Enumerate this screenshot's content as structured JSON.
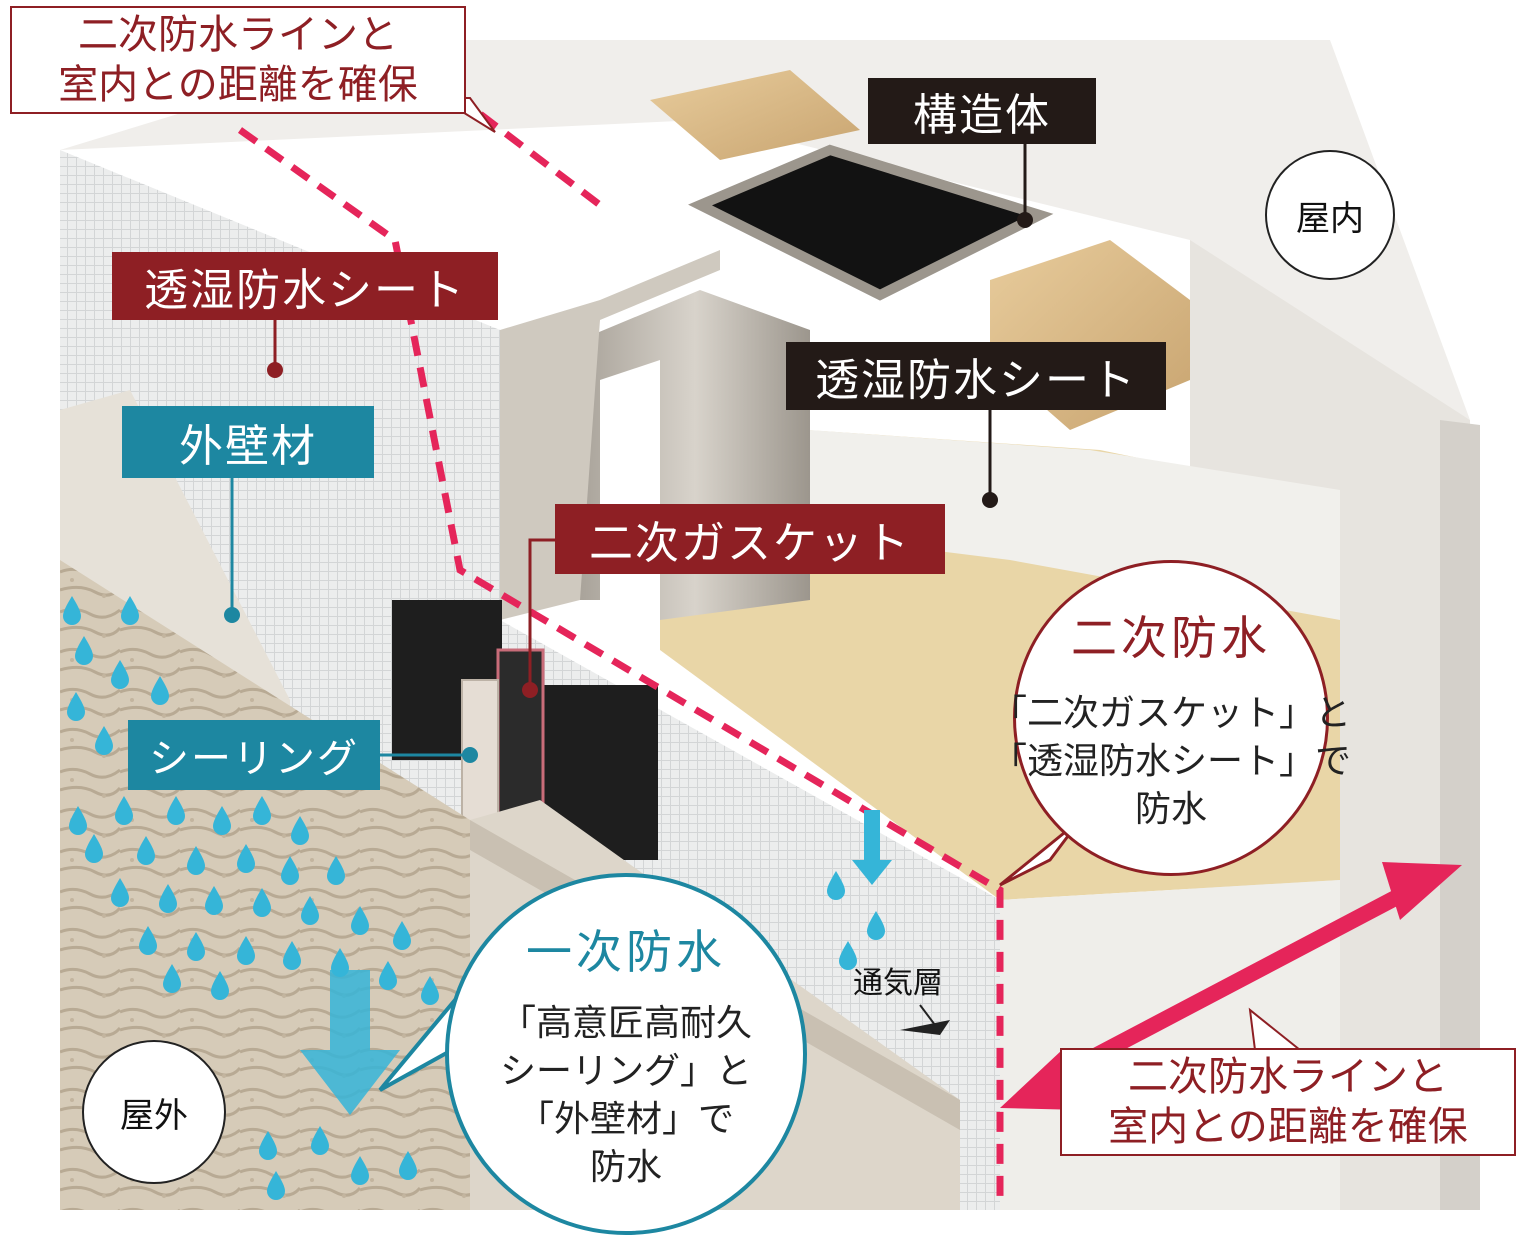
{
  "labels": {
    "top_callout": [
      "二次防水ラインと",
      "室内との距離を確保"
    ],
    "bottom_callout": [
      "二次防水ラインと",
      "室内との距離を確保"
    ],
    "structure": "構造体",
    "indoor": "屋内",
    "outdoor": "屋外",
    "breathable_sheet_left": "透湿防水シート",
    "breathable_sheet_right": "透湿防水シート",
    "exterior_wall": "外壁材",
    "secondary_gasket": "二次ガスケット",
    "sealing": "シーリング",
    "ventilation_layer": "通気層"
  },
  "secondary_circle": {
    "title": "二次防水",
    "lines": [
      "「二次ガスケット」と",
      "「透湿防水シート」で",
      "防水"
    ]
  },
  "primary_circle": {
    "title": "一次防水",
    "lines": [
      "「高意匠高耐久",
      "シーリング」と",
      "「外壁材」で",
      "防水"
    ]
  },
  "colors": {
    "red_label": "#8e1f24",
    "black_label": "#231a17",
    "teal_label": "#1d87a1",
    "dashed_line": "#e5255a",
    "water": "#35b5d8"
  }
}
